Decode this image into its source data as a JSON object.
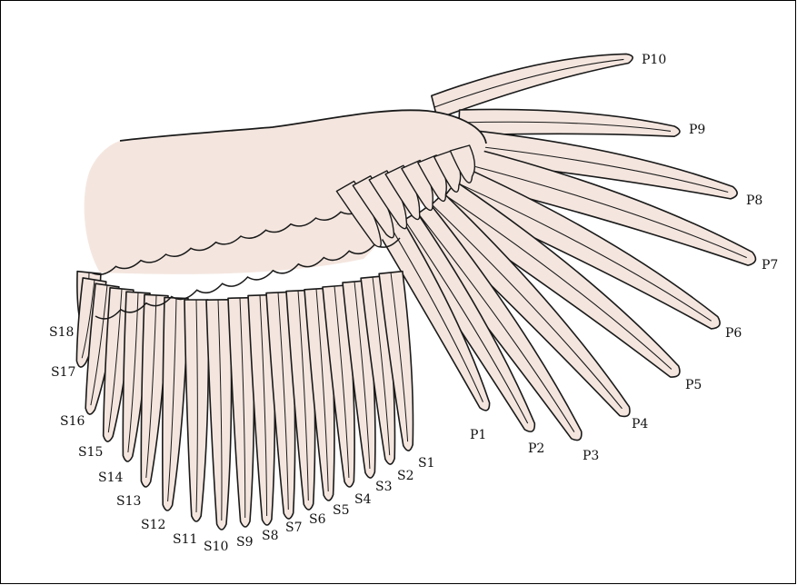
{
  "colors": {
    "feather_fill": "#f4e6df",
    "outline": "#1a1a1a",
    "background": "#ffffff"
  },
  "primaries": [
    "P10",
    "P9",
    "P8",
    "P7",
    "P6",
    "P5",
    "P4",
    "P3",
    "P2",
    "P1"
  ],
  "secondaries": [
    "S1",
    "S2",
    "S3",
    "S4",
    "S5",
    "S6",
    "S7",
    "S8",
    "S9",
    "S10",
    "S11",
    "S12",
    "S13",
    "S14",
    "S15",
    "S16",
    "S17",
    "S18"
  ]
}
